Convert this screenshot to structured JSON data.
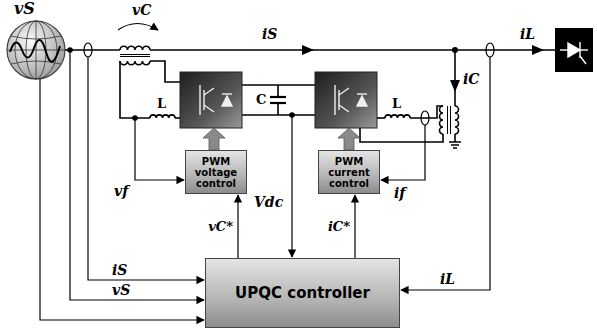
{
  "diagram": {
    "nodes": [
      {
        "text": [
          "PWM voltage control"
        ]
      },
      {
        "text": [
          "PWM current control"
        ]
      },
      {
        "text": [
          "UPQC controller"
        ]
      }
    ],
    "edges": [
      {
        "from": 2,
        "to": 0,
        "label": "vC*",
        "arrow": "to"
      },
      {
        "from": 2,
        "to": 1,
        "label": "iC*",
        "arrow": "to"
      }
    ],
    "labels": [
      "vS",
      "vC",
      "iS",
      "iL",
      "L",
      "C",
      "L",
      "iC",
      "Vdc",
      "vf",
      "if",
      "iS",
      "vS",
      "iL"
    ]
  }
}
